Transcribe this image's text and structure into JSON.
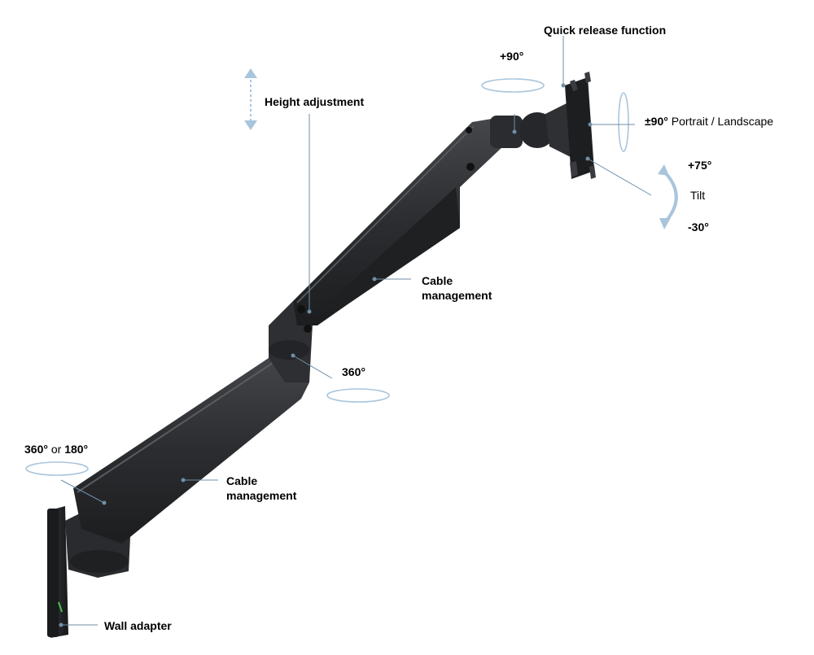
{
  "labels": {
    "quick_release": "Quick release function",
    "plus90": "+90°",
    "height_adjustment": "Height adjustment",
    "rotation_value": "±90°",
    "rotation_text": "Portrait / Landscape",
    "tilt_up": "+75°",
    "tilt": "Tilt",
    "tilt_down": "-30°",
    "cable_mgmt_upper_1": "Cable",
    "cable_mgmt_upper_2": "management",
    "joint_360": "360°",
    "base_360": "360°",
    "base_or": "or",
    "base_180": "180°",
    "cable_mgmt_lower_1": "Cable",
    "cable_mgmt_lower_2": "management",
    "wall_adapter": "Wall adapter"
  },
  "colors": {
    "arm": "#2b2c2f",
    "arm_dark": "#1b1c1e",
    "arm_light": "#3f4145",
    "leader": "#6f8fa7",
    "arrow": "#a9c5dc",
    "accent_green": "#4cc24c"
  }
}
